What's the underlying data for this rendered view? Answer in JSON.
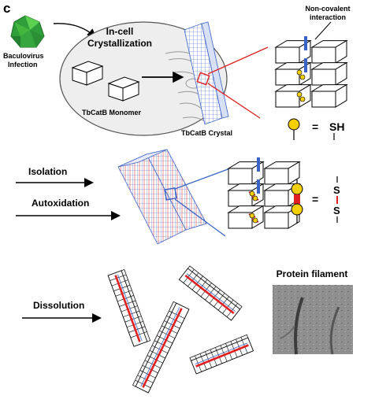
{
  "panel_label": "c",
  "labels": {
    "baculovirus": [
      "Baculovirus",
      "Infection"
    ],
    "in_cell": [
      "In-cell",
      "Crystallization"
    ],
    "monomer": "TbCatB Monomer",
    "crystal": "TbCatB Crystal",
    "non_covalent": [
      "Non-covalent",
      "interaction"
    ],
    "sh_eq": "=",
    "sh": "SH",
    "isolation": "Isolation",
    "autoxidation": "Autoxidation",
    "ss_eq": "=",
    "s_top": "S",
    "s_bottom": "S",
    "dissolution": "Dissolution",
    "protein_filament": "Protein filament"
  },
  "colors": {
    "virus": "#2e9e3a",
    "virus_light": "#5cd04f",
    "cell_fill": "#eeeeee",
    "crystal_blue": "#3a63c8",
    "red": "#e02020",
    "yellow": "#f5d000",
    "em_gray": "#8a8a8a"
  },
  "icons": {
    "virus": "virus-icon",
    "sh_symbol": "thiol-lollipop-icon",
    "ss_symbol": "disulfide-bond-icon"
  }
}
